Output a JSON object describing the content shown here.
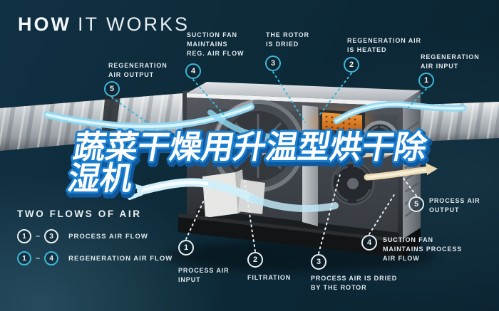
{
  "header": {
    "title_bold": "HOW",
    "title_rest": "IT WORKS"
  },
  "overlay": {
    "line1": "蔬菜干燥用升温型烘干除",
    "line2": "湿机"
  },
  "regeneration_callouts": [
    {
      "num": "5",
      "label": "REGENERATION\nAIR OUTPUT"
    },
    {
      "num": "4",
      "label": "SUCTION FAN\nMAINTAINS\nREG. AIR FLOW"
    },
    {
      "num": "3",
      "label": "THE ROTOR\nIS DRIED"
    },
    {
      "num": "2",
      "label": "REGENERATION AIR\nIS HEATED"
    },
    {
      "num": "1",
      "label": "REGENERATION\nAIR INPUT"
    }
  ],
  "process_callouts": [
    {
      "num": "1",
      "label": "PROCESS AIR\nINPUT"
    },
    {
      "num": "2",
      "label": "FILTRATION"
    },
    {
      "num": "3",
      "label": "PROCESS AIR IS DRIED\nBY THE ROTOR"
    },
    {
      "num": "4",
      "label": "SUCTION FAN\nMAINTAINS PROCESS\nAIR FLOW"
    },
    {
      "num": "5",
      "label": "PROCESS AIR\nOUTPUT"
    }
  ],
  "legend": {
    "heading": "TWO FLOWS OF AIR",
    "dash": "–",
    "rows": [
      {
        "start": "1",
        "end": "3",
        "label": "PROCESS AIR FLOW"
      },
      {
        "start": "1",
        "end": "4",
        "label": "REGENERATION AIR FLOW"
      }
    ]
  },
  "colors": {
    "background": "#0d2a38",
    "accent_cyan": "#3db7d8",
    "label_text": "#dfe8ec",
    "heater_orange": "#dd7b26",
    "overlay_fill": "#ffffff",
    "overlay_stroke": "#1b7fd0"
  }
}
